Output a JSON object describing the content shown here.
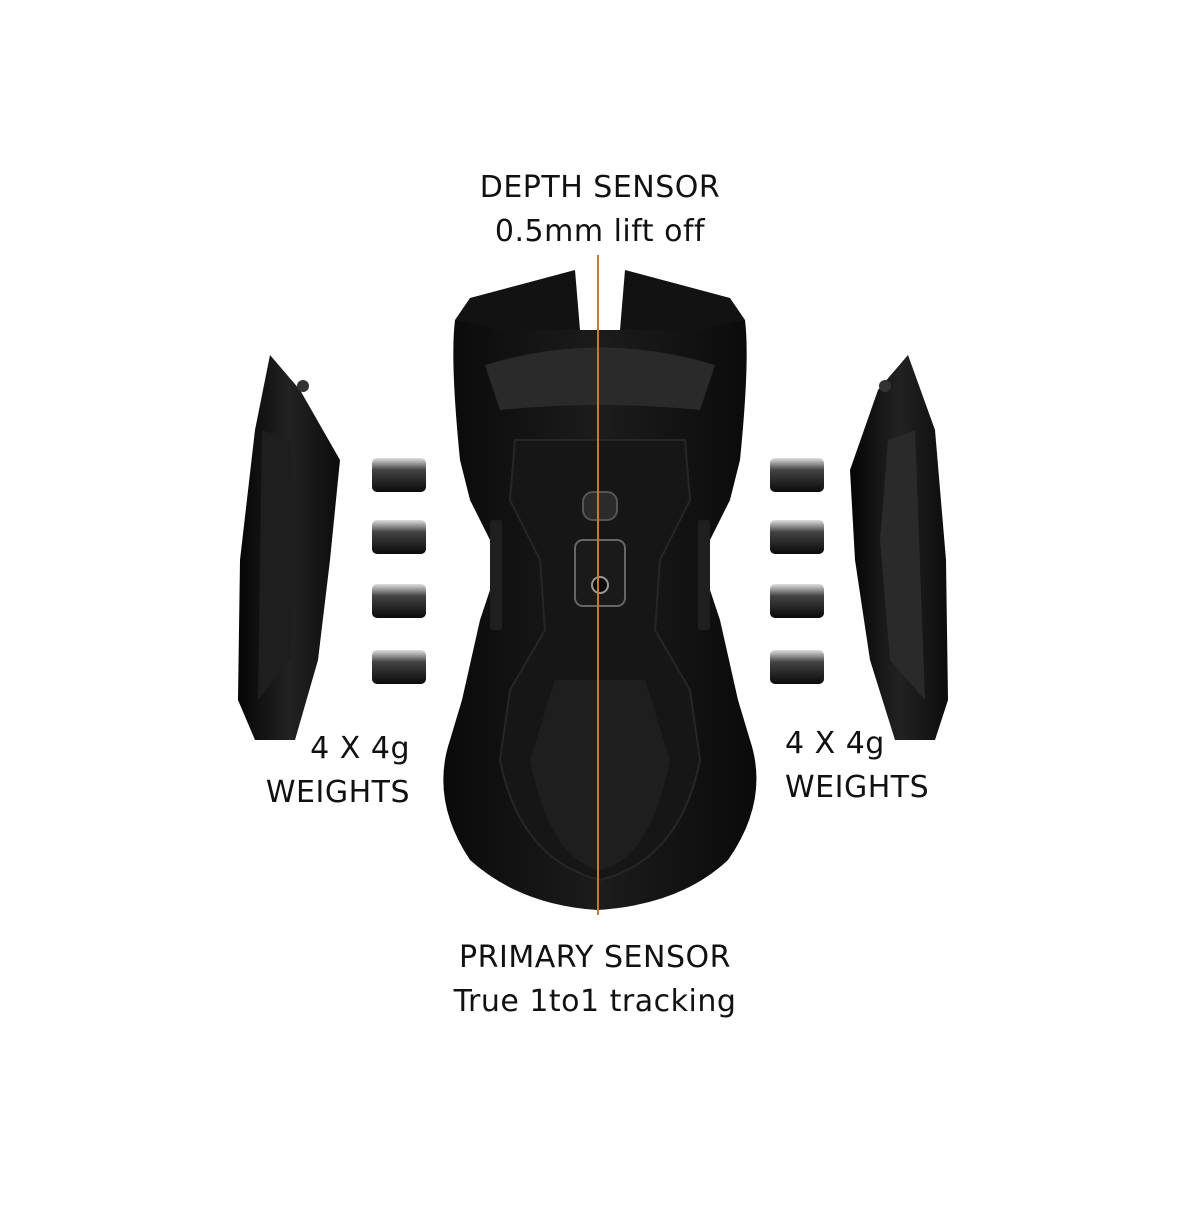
{
  "depth_sensor": {
    "title": "DEPTH SENSOR",
    "detail": "0.5mm lift off"
  },
  "primary_sensor": {
    "title": "PRIMARY SENSOR",
    "detail": "True 1to1 tracking"
  },
  "weights_left": {
    "line1": "4 X 4g",
    "line2": "WEIGHTS"
  },
  "weights_right": {
    "line1": "4 X 4g",
    "line2": "WEIGHTS"
  },
  "colors": {
    "background": "#ffffff",
    "mouse_body": "#141414",
    "accent_line": "#c07a3a",
    "text": "#111111"
  }
}
